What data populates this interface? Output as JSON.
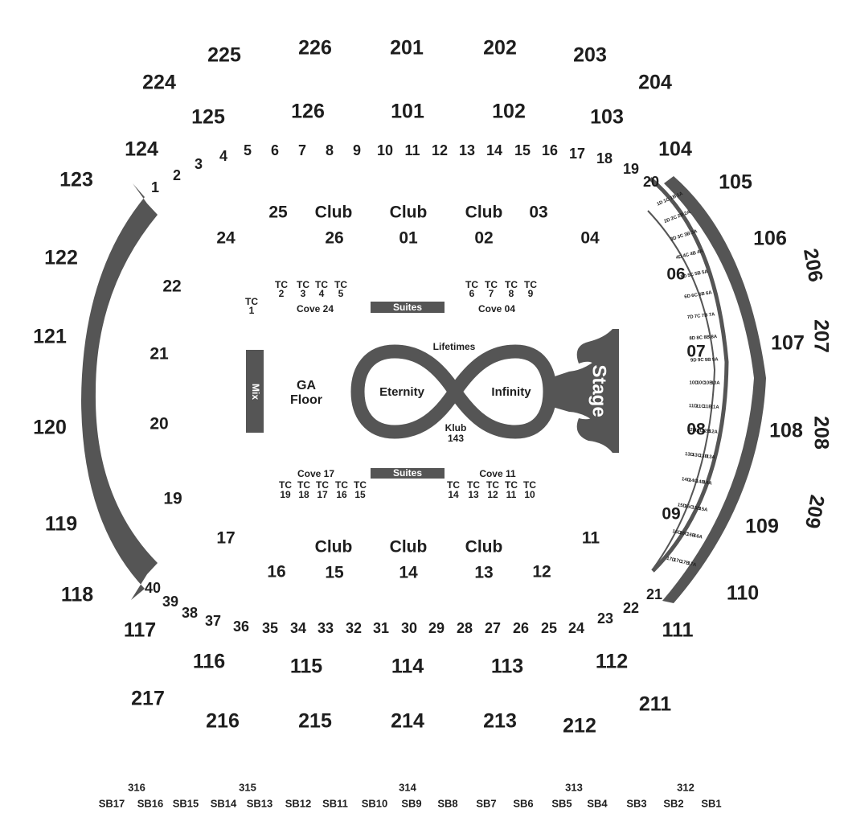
{
  "colors": {
    "shape": "#555555",
    "text": "#1e1e1e",
    "background": "#ffffff"
  },
  "labels": {
    "stage": "Stage",
    "mix": "Mix",
    "ga_floor_1": "GA",
    "ga_floor_2": "Floor",
    "lifetimes": "Lifetimes",
    "eternity": "Eternity",
    "infinity": "Infinity",
    "klub_1": "Klub",
    "klub_2": "143",
    "suites_top": "Suites",
    "suites_bottom": "Suites",
    "cove_24": "Cove 24",
    "cove_04": "Cove 04",
    "cove_17": "Cove 17",
    "cove_11": "Cove 11"
  },
  "sections": {
    "upper": [
      "225",
      "226",
      "201",
      "202",
      "203",
      "204",
      "224",
      "206",
      "207",
      "208",
      "209",
      "217",
      "216",
      "215",
      "214",
      "213",
      "212",
      "211"
    ],
    "lower": [
      "125",
      "126",
      "101",
      "102",
      "103",
      "124",
      "104",
      "123",
      "105",
      "122",
      "106",
      "121",
      "107",
      "120",
      "108",
      "119",
      "109",
      "118",
      "110",
      "117",
      "111",
      "116",
      "115",
      "114",
      "113",
      "112"
    ],
    "suite_row_top": [
      "1",
      "2",
      "3",
      "4",
      "5",
      "6",
      "7",
      "8",
      "9",
      "10",
      "11",
      "12",
      "13",
      "14",
      "15",
      "16",
      "17",
      "18",
      "19",
      "20"
    ],
    "suite_row_bottom": [
      "40",
      "39",
      "38",
      "37",
      "36",
      "35",
      "34",
      "33",
      "32",
      "31",
      "30",
      "29",
      "28",
      "27",
      "26",
      "25",
      "24",
      "23",
      "22",
      "21"
    ],
    "floor": [
      "25",
      "Club",
      "Club",
      "Club",
      "03",
      "24",
      "26",
      "01",
      "02",
      "04",
      "22",
      "06",
      "21",
      "07",
      "20",
      "08",
      "19",
      "09",
      "17",
      "11",
      "Club",
      "Club",
      "Club",
      "16",
      "15",
      "14",
      "13",
      "12"
    ],
    "tc_top": [
      {
        "a": "TC",
        "b": "1"
      },
      {
        "a": "TC",
        "b": "2"
      },
      {
        "a": "TC",
        "b": "3"
      },
      {
        "a": "TC",
        "b": "4"
      },
      {
        "a": "TC",
        "b": "5"
      },
      {
        "a": "TC",
        "b": "6"
      },
      {
        "a": "TC",
        "b": "7"
      },
      {
        "a": "TC",
        "b": "8"
      },
      {
        "a": "TC",
        "b": "9"
      }
    ],
    "tc_bottom": [
      {
        "a": "TC",
        "b": "19"
      },
      {
        "a": "TC",
        "b": "18"
      },
      {
        "a": "TC",
        "b": "17"
      },
      {
        "a": "TC",
        "b": "16"
      },
      {
        "a": "TC",
        "b": "15"
      },
      {
        "a": "TC",
        "b": "14"
      },
      {
        "a": "TC",
        "b": "13"
      },
      {
        "a": "TC",
        "b": "12"
      },
      {
        "a": "TC",
        "b": "11"
      },
      {
        "a": "TC",
        "b": "10"
      }
    ],
    "sb": [
      "SB17",
      "SB16",
      "SB15",
      "SB14",
      "SB13",
      "SB12",
      "SB11",
      "SB10",
      "SB9",
      "SB8",
      "SB7",
      "SB6",
      "SB5",
      "SB4",
      "SB3",
      "SB2",
      "SB1"
    ],
    "s300": [
      "316",
      "315",
      "314",
      "313",
      "312"
    ],
    "pit": [
      "1D",
      "1C",
      "1B",
      "1A",
      "2D",
      "2C",
      "2B",
      "2A",
      "3D",
      "3C",
      "3B",
      "3A",
      "4D",
      "4C",
      "4B",
      "4A",
      "5D",
      "5C",
      "5B",
      "5A",
      "6D",
      "6C",
      "6B",
      "6A",
      "7D",
      "7C",
      "7B",
      "7A",
      "8D",
      "8C",
      "8B",
      "8A",
      "9D",
      "9C",
      "9B",
      "9A",
      "10D",
      "10C",
      "10B",
      "10A",
      "11D",
      "11C",
      "11B",
      "11A",
      "12D",
      "12C",
      "12B",
      "12A",
      "13D",
      "13C",
      "13B",
      "13A",
      "14D",
      "14C",
      "14B",
      "14A",
      "15D",
      "15C",
      "15B",
      "15A",
      "16D",
      "16C",
      "16B",
      "16A",
      "17D",
      "17C",
      "17B",
      "17A"
    ]
  }
}
